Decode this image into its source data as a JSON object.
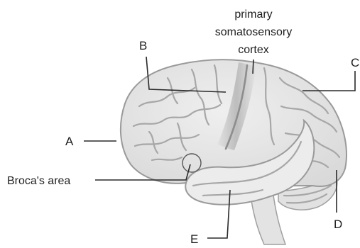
{
  "title": [
    "primary",
    "somatosensory",
    "cortex"
  ],
  "labels": {
    "a": "A",
    "b": "B",
    "c": "C",
    "d": "D",
    "e": "E",
    "broca": "Broca's area"
  },
  "colors": {
    "background": "#ffffff",
    "brain_fill": "#e6e6e6",
    "brain_outline": "#9a9a9a",
    "central_sulcus_shade": "#b9b9b9",
    "temporal_lobe": "#ececec",
    "text": "#1f1f1f",
    "leader_lines": "#2a2a2a"
  }
}
